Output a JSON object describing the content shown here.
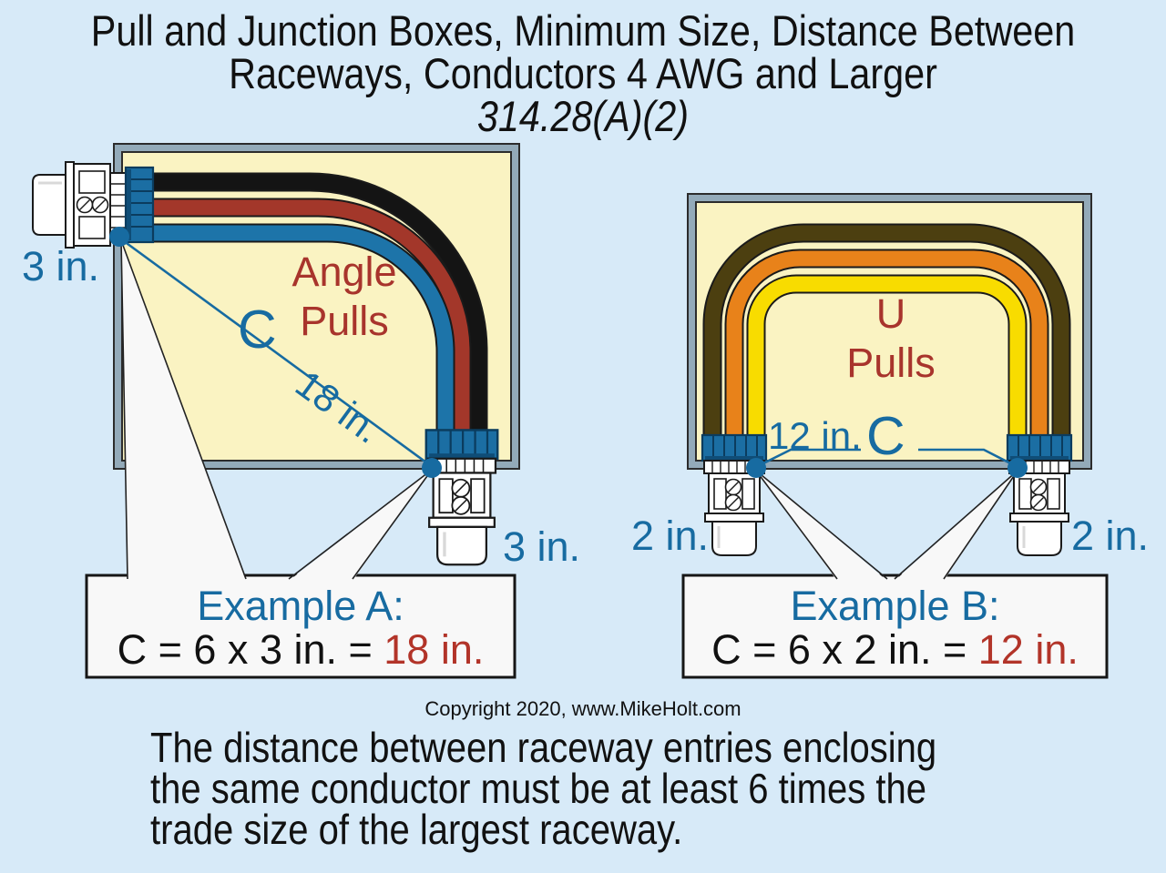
{
  "title": {
    "line1": "Pull and Junction Boxes, Minimum Size, Distance Between",
    "line2": "Raceways, Conductors 4 AWG and Larger",
    "code": "314.28(A)(2)"
  },
  "angle_pull": {
    "title_line1": "Angle",
    "title_line2": "Pulls",
    "c_label": "C",
    "diagonal_distance": "18 in.",
    "entry_trade_size": "3 in.",
    "exit_trade_size": "3 in.",
    "example": {
      "heading": "Example A:",
      "formula": "C = 6 x 3 in. = ",
      "result": "18 in."
    }
  },
  "u_pull": {
    "title_line1": "U",
    "title_line2": "Pulls",
    "c_label": "C",
    "span_distance": "12 in.",
    "left_trade_size": "2 in.",
    "right_trade_size": "2 in.",
    "example": {
      "heading": "Example B:",
      "formula": "C = 6 x 2 in. = ",
      "result": "12 in."
    }
  },
  "copyright": "Copyright 2020, www.MikeHolt.com",
  "note": {
    "lines": [
      "The distance between raceway entries enclosing",
      "the same conductor must be at least 6 times the",
      "trade size of the largest raceway."
    ]
  },
  "colors": {
    "background": "#d7eaf8",
    "box_fill": "#faf3c2",
    "box_frame": "#93aab9",
    "outline": "#1a1a1a",
    "accent_blue": "#176ba1",
    "dark_red": "#a8342c",
    "result_red": "#b23429",
    "locknut_blue": "#1b6ea3",
    "locknut_edge": "#0b3c5e",
    "wire_black": "#141414",
    "wire_red": "#a3372a",
    "wire_blue": "#1d74a9",
    "wire_olive": "#4c3f10",
    "wire_orange": "#e8821a",
    "wire_yellow": "#f8dc00",
    "callout_fill": "#f8f8f8",
    "text_black": "#111111"
  }
}
